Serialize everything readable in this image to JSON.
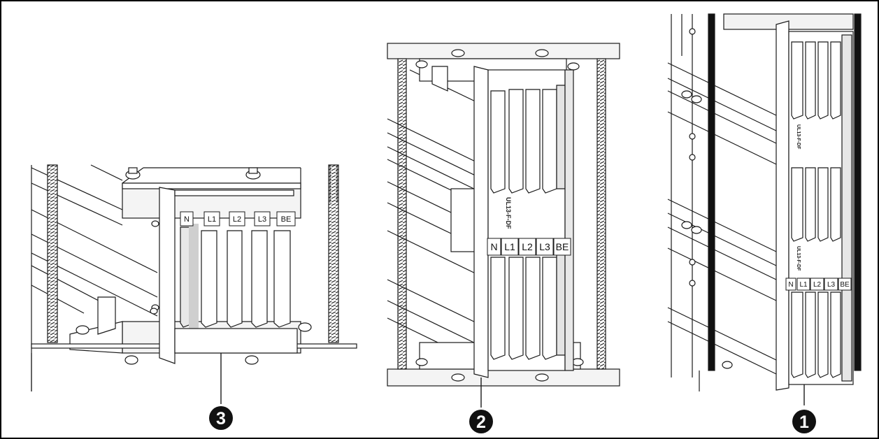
{
  "figure": {
    "frame_color": "#000000",
    "background": "#ffffff",
    "line_color": "#1a1a1a",
    "fill_light": "#f2f2f2",
    "fill_mid": "#d9d9d9"
  },
  "views": [
    {
      "callout": "3",
      "labels": [
        "N",
        "L1",
        "L2",
        "L3",
        "BE"
      ]
    },
    {
      "callout": "2",
      "labels": [
        "N",
        "L1",
        "L2",
        "L3",
        "BE"
      ],
      "part_code": "UL13-F-DF"
    },
    {
      "callout": "1",
      "labels": [
        "N",
        "L1",
        "L2",
        "L3",
        "BE"
      ],
      "part_code": "UL13-F-DF"
    }
  ]
}
